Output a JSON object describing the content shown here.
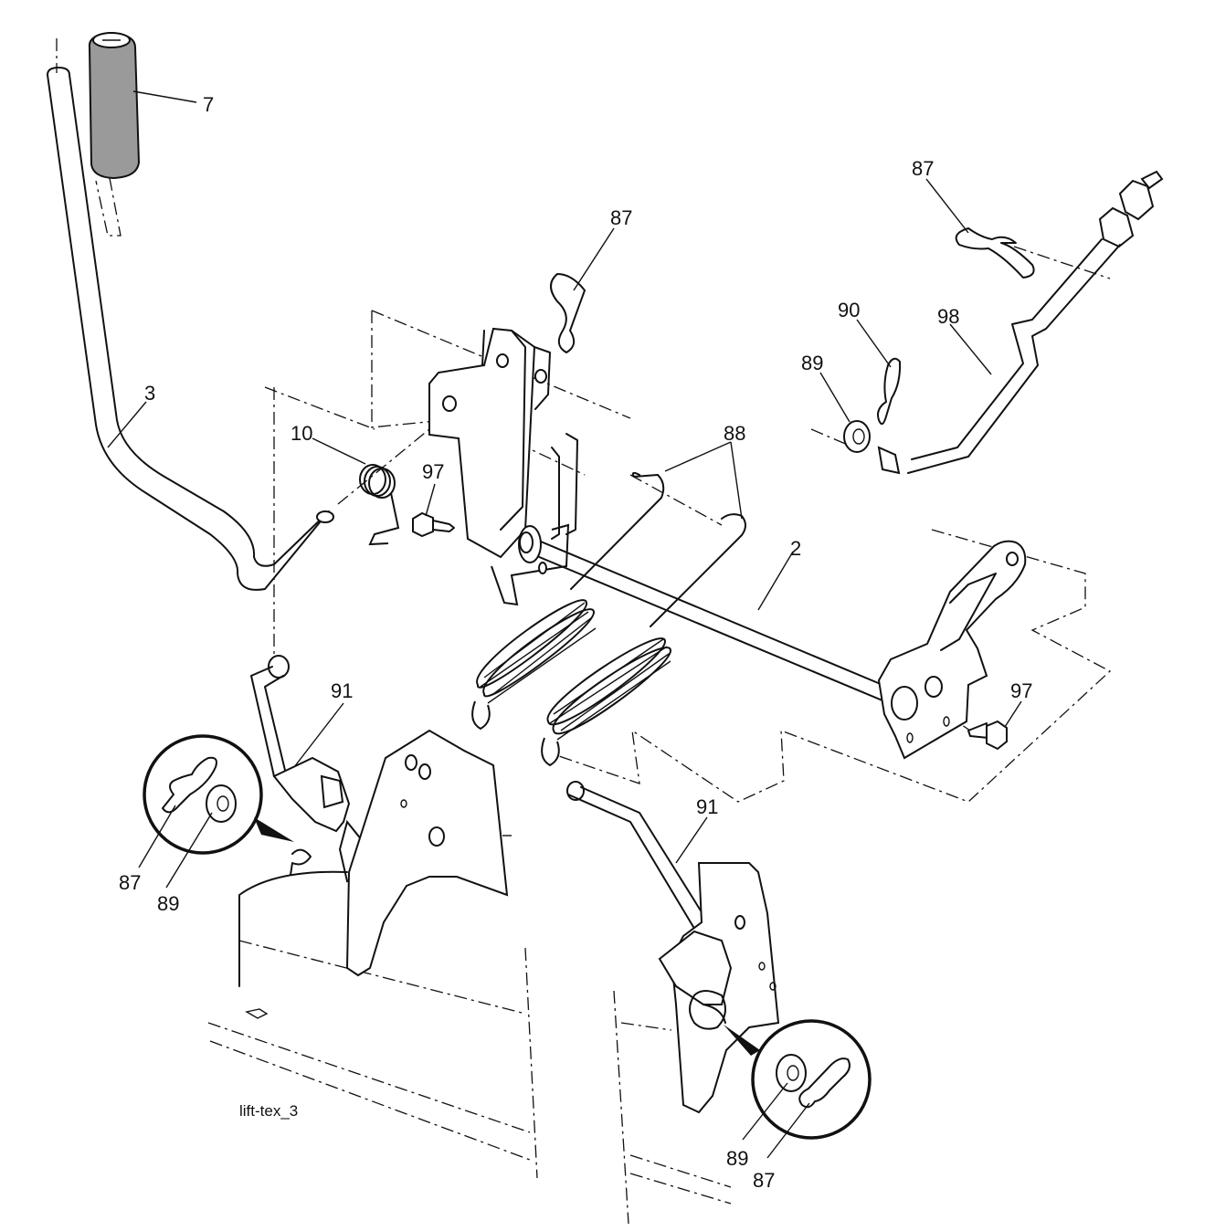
{
  "figure_id": "lift-tex_3",
  "callouts": {
    "handle_grip": "7",
    "lift_lever": "3",
    "spring_10": "10",
    "bolt_97_left": "97",
    "hair_pin_top": "87",
    "hair_pin_right_top": "87",
    "hair_pin_90": "90",
    "washer_89_top": "89",
    "rod_98": "98",
    "springs_88": "88",
    "shaft_2": "2",
    "bolt_97_right": "97",
    "link_91_left": "91",
    "link_91_right": "91",
    "detail_left_87": "87",
    "detail_left_89": "89",
    "detail_right_89": "89",
    "detail_right_87": "87"
  }
}
